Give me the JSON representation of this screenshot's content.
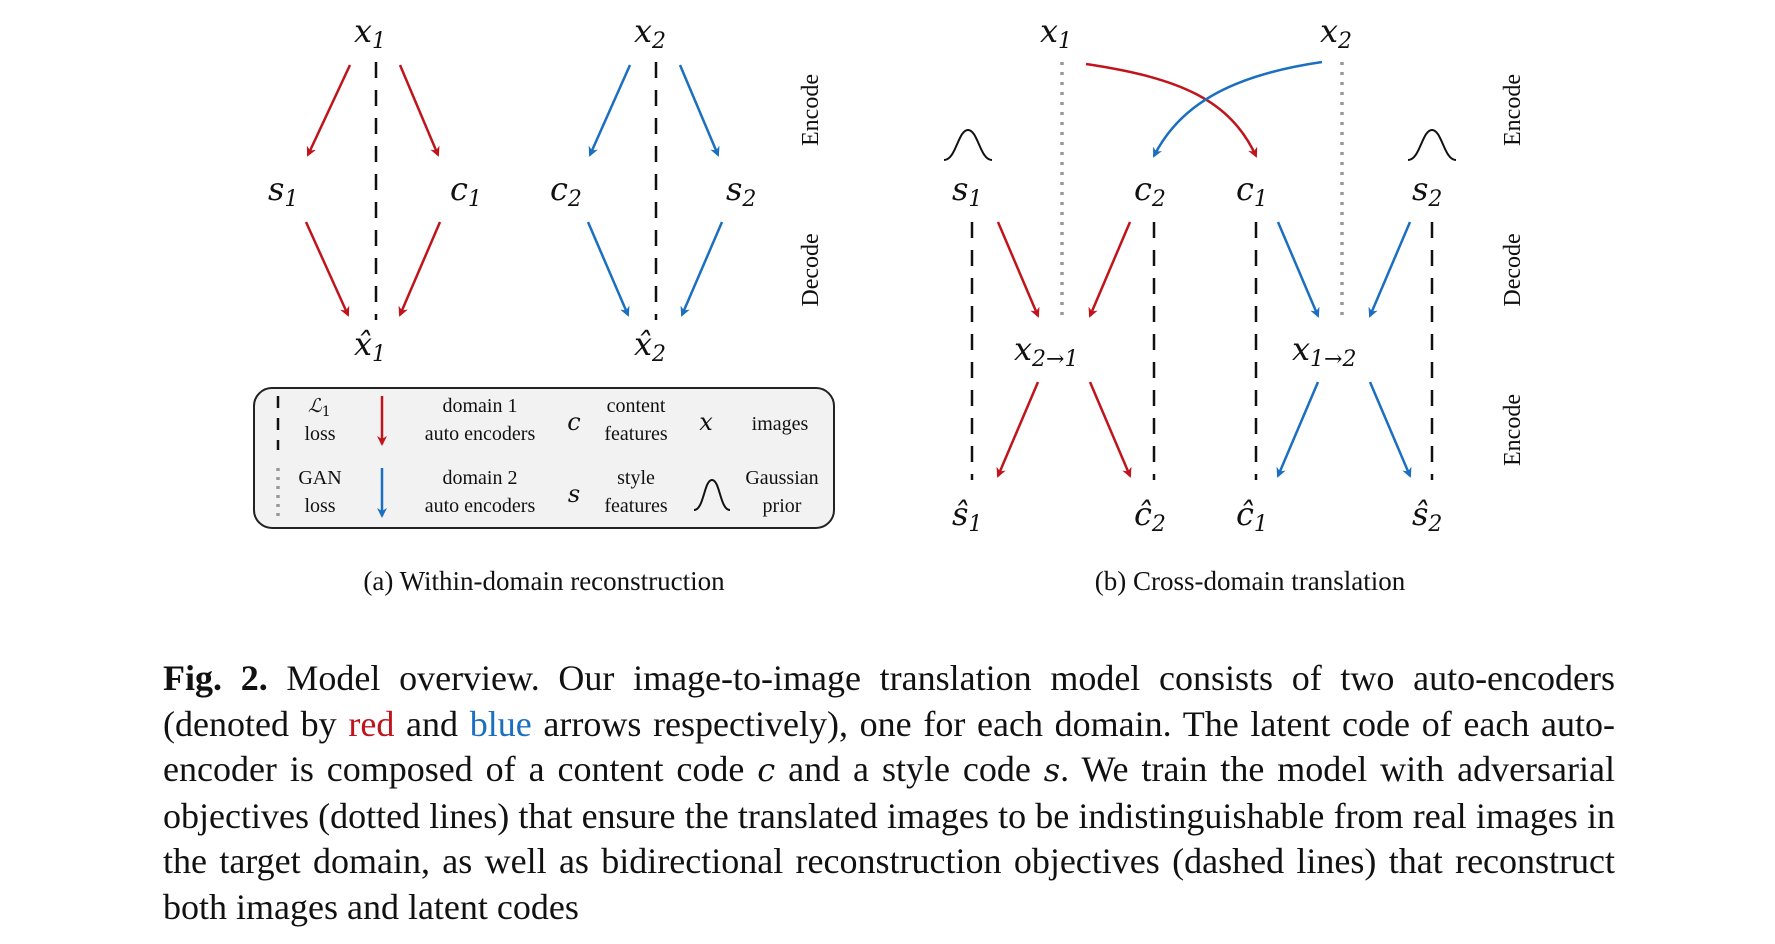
{
  "colors": {
    "red": "#c0141c",
    "blue": "#1a6fc0",
    "black": "#111111",
    "gray": "#999999"
  },
  "panel_a": {
    "nodes": {
      "x1": "x",
      "x1_sub": "1",
      "x2": "x",
      "x2_sub": "2",
      "s1": "s",
      "s1_sub": "1",
      "c1": "c",
      "c1_sub": "1",
      "c2": "c",
      "c2_sub": "2",
      "s2": "s",
      "s2_sub": "2",
      "xhat1": "x̂",
      "xhat1_sub": "1",
      "xhat2": "x̂",
      "xhat2_sub": "2"
    },
    "side_encode": "Encode",
    "side_decode": "Decode",
    "caption": "(a) Within-domain reconstruction"
  },
  "legend": {
    "l1_symbol": "ℒ",
    "l1_sub": "1",
    "l1_loss": "loss",
    "gan": "GAN",
    "gan_loss": "loss",
    "domain1": "domain 1",
    "domain1_ae": "auto encoders",
    "domain2": "domain 2",
    "domain2_ae": "auto encoders",
    "c_symbol": "c",
    "content": "content",
    "content_features": "features",
    "s_symbol": "s",
    "style": "style",
    "style_features": "features",
    "x_symbol": "x",
    "images": "images",
    "gaussian": "Gaussian",
    "prior": "prior"
  },
  "panel_b": {
    "nodes": {
      "x1": "x",
      "x1_sub": "1",
      "x2": "x",
      "x2_sub": "2",
      "s1": "s",
      "s1_sub": "1",
      "c2": "c",
      "c2_sub": "2",
      "c1": "c",
      "c1_sub": "1",
      "s2": "s",
      "s2_sub": "2",
      "x21": "x",
      "x21_sub": "2→1",
      "x12": "x",
      "x12_sub": "1→2",
      "shat1": "ŝ",
      "shat1_sub": "1",
      "chat2": "ĉ",
      "chat2_sub": "2",
      "chat1": "ĉ",
      "chat1_sub": "1",
      "shat2": "ŝ",
      "shat2_sub": "2"
    },
    "side_encode": "Encode",
    "side_decode": "Decode",
    "side_encode2": "Encode",
    "caption": "(b) Cross-domain translation"
  },
  "caption": {
    "label": "Fig. 2.",
    "t1": " Model overview. Our image-to-image translation model consists of two auto-encoders (denoted by ",
    "red_word": "red",
    "t2": " and ",
    "blue_word": "blue",
    "t3": " arrows respectively), one for each domain. The latent code of each auto-encoder is composed of a content code ",
    "c": "c",
    "t4": " and a style code ",
    "s": "s",
    "t5": ". We train the model with adversarial objectives (dotted lines) that ensure the translated images to be indistinguishable from real images in the target domain, as well as bidirectional reconstruction objectives (dashed lines) that reconstruct both images and latent codes"
  }
}
